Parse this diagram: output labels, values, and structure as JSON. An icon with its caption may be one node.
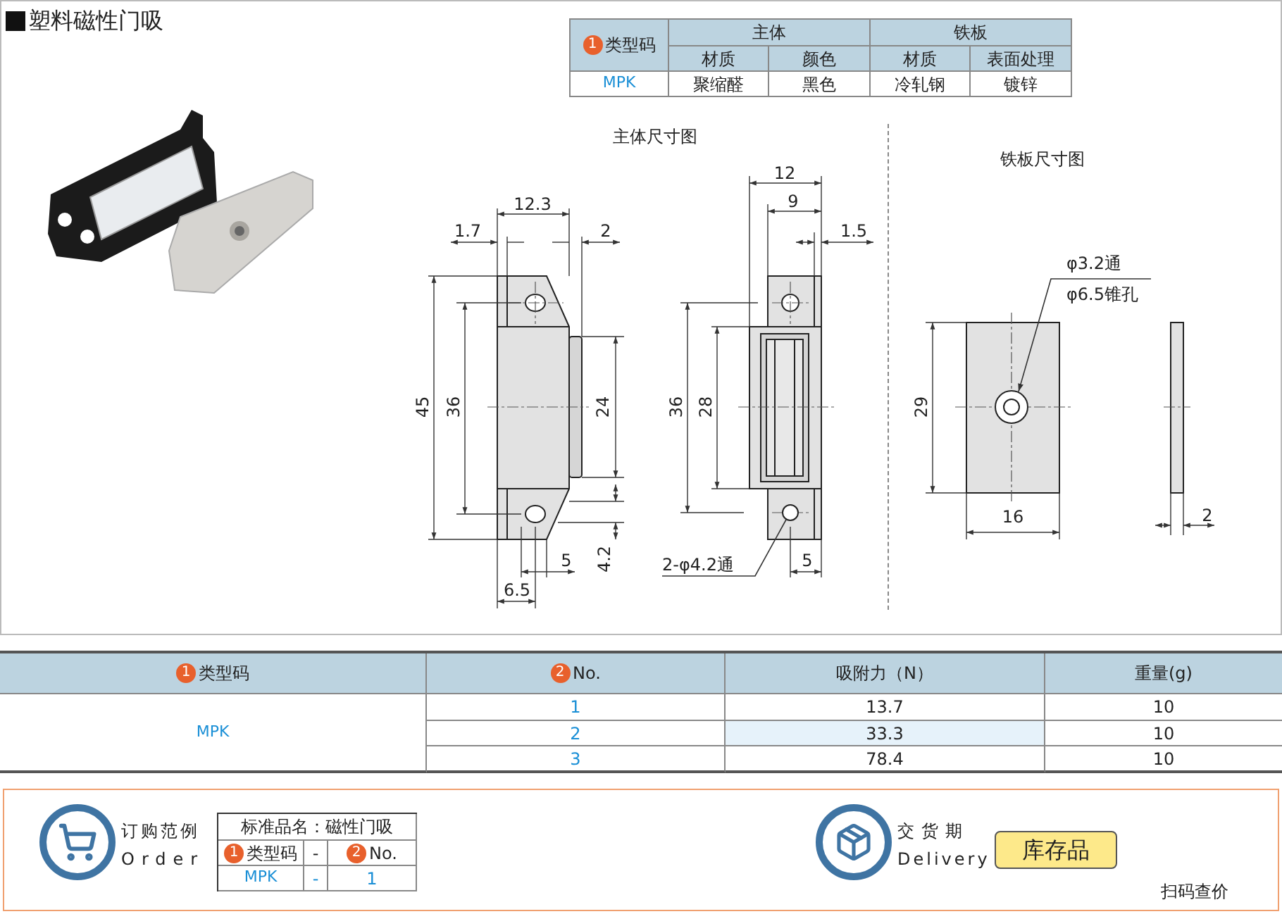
{
  "diagram": {
    "title": "塑料磁性门吸",
    "nodes": [
      {
        "text": [
          "2-φ4.2通"
        ]
      },
      {
        "text": [],
        "shape": "circle"
      },
      {
        "text": [
          "φ3.2通",
          "φ6.5锥孔"
        ]
      },
      {
        "text": [],
        "shape": "circle"
      }
    ],
    "edges": [
      {
        "from": 0,
        "to": 1,
        "arrow": "none"
      },
      {
        "from": 2,
        "to": 3,
        "arrow": "to"
      }
    ],
    "labels": [
      "1",
      "类型码",
      "主体",
      "铁板",
      "材质",
      "颜色",
      "材质",
      "表面处理",
      "MPK",
      "聚缩醛",
      "黑色",
      "冷轧钢",
      "镀锌",
      "主体尺寸图",
      "铁板尺寸图",
      "12.3",
      "1.7",
      "2",
      "45",
      "36",
      "24",
      "5",
      "4.2",
      "6.5",
      "12",
      "9",
      "1.5",
      "36",
      "28",
      "5",
      "29",
      "16",
      "2",
      "1",
      "类型码",
      "2",
      "No.",
      "吸附力（N）",
      "重量(g)",
      "MPK",
      "1",
      "13.7",
      "10",
      "2",
      "33.3",
      "10",
      "3",
      "78.4",
      "10",
      "订购范例",
      "Order",
      "标准品名：磁性门吸",
      "1",
      "类型码",
      "-",
      "2",
      "No.",
      "MPK",
      "-",
      "1",
      "交货期",
      "Delivery",
      "库存品",
      "扫码查价"
    ]
  }
}
